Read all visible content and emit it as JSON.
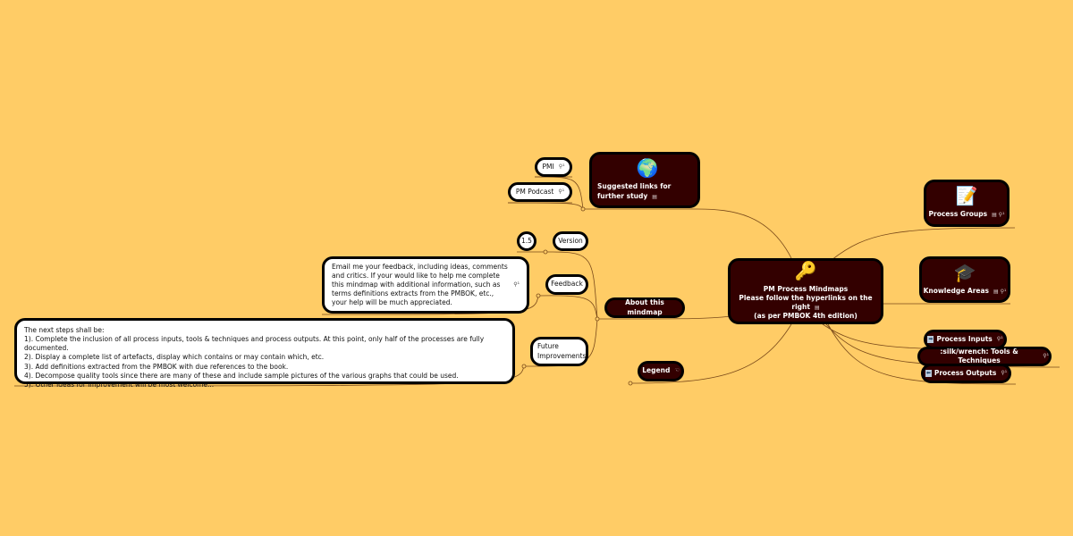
{
  "central": {
    "icon": "keys-icon",
    "line1": "PM Process Mindmaps",
    "line2": "Please follow the hyperlinks on the right",
    "line3": "(as per PMBOK 4th edition)"
  },
  "right": [
    {
      "label": "Process Groups",
      "icon": "sticky-note-icon",
      "marks": "▤ ⚲¹"
    },
    {
      "label": "Knowledge Areas",
      "icon": "graduation-cap-icon",
      "marks": "▤ ⚲¹"
    },
    {
      "label": "Process Inputs",
      "icon": "arrow-right-icon",
      "marks": "⚲¹"
    },
    {
      "label": ":silk/wrench: Tools & Techniques",
      "marks": "⚲¹"
    },
    {
      "label": "Process Outputs",
      "icon": "arrow-left-icon",
      "marks": "⚲¹"
    }
  ],
  "suggested": {
    "label": "Suggested links for further study",
    "icon": "globe-icon",
    "children": [
      {
        "label": "PMI",
        "marks": "⚲¹"
      },
      {
        "label": "PM Podcast",
        "marks": "⚲¹"
      }
    ]
  },
  "about": {
    "label": "About this mindmap",
    "version": {
      "label": "Version",
      "value": "1.5"
    },
    "feedback": {
      "label": "Feedback",
      "text": "Email me your feedback, including ideas, comments and critics. If your would like to help me complete this mindmap with additional information, such as terms definitions extracts from the PMBOK, etc., your help will be much appreciated.",
      "marks": "⚲¹"
    },
    "future": {
      "label": "Future Improvements",
      "lines": [
        "The next steps shall be:",
        "1). Complete the inclusion of all process inputs, tools & techniques and process outputs. At this point, only half of the processes are fully documented.",
        "2). Display a complete list of artefacts, display which contains or may contain which, etc.",
        "3). Add definitions extracted from the PMBOK with due references to the book.",
        "4). Decompose quality tools since there are many of these and include sample pictures of the various graphs that could be used.",
        "5). Other ideas for improvement will be most welcome..."
      ]
    }
  },
  "legend": {
    "label": "Legend",
    "marks": "☜"
  },
  "colors": {
    "background": "#ffcc66",
    "node_dark": "#330000",
    "connector": "#7a4a1a"
  }
}
